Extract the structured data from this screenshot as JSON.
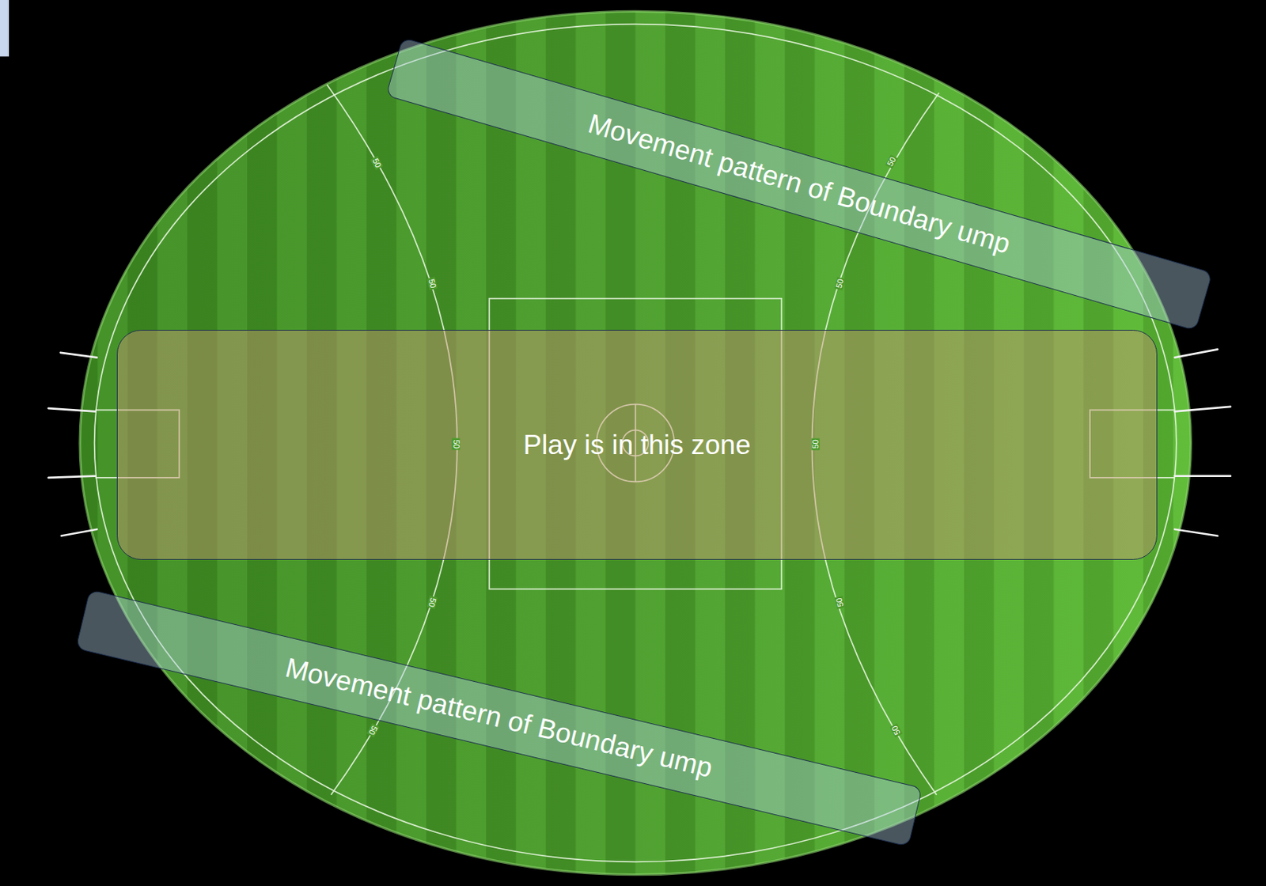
{
  "diagram": {
    "nodes": [
      {
        "text": [
          "Movement pattern of Boundary ump"
        ]
      },
      {
        "text": [
          "Play is in this zone"
        ]
      },
      {
        "text": [
          "Movement pattern of Boundary ump"
        ]
      }
    ],
    "labels": [
      "50",
      "50",
      "50",
      "50",
      "50",
      "50",
      "50",
      "50",
      "50",
      "50"
    ]
  }
}
